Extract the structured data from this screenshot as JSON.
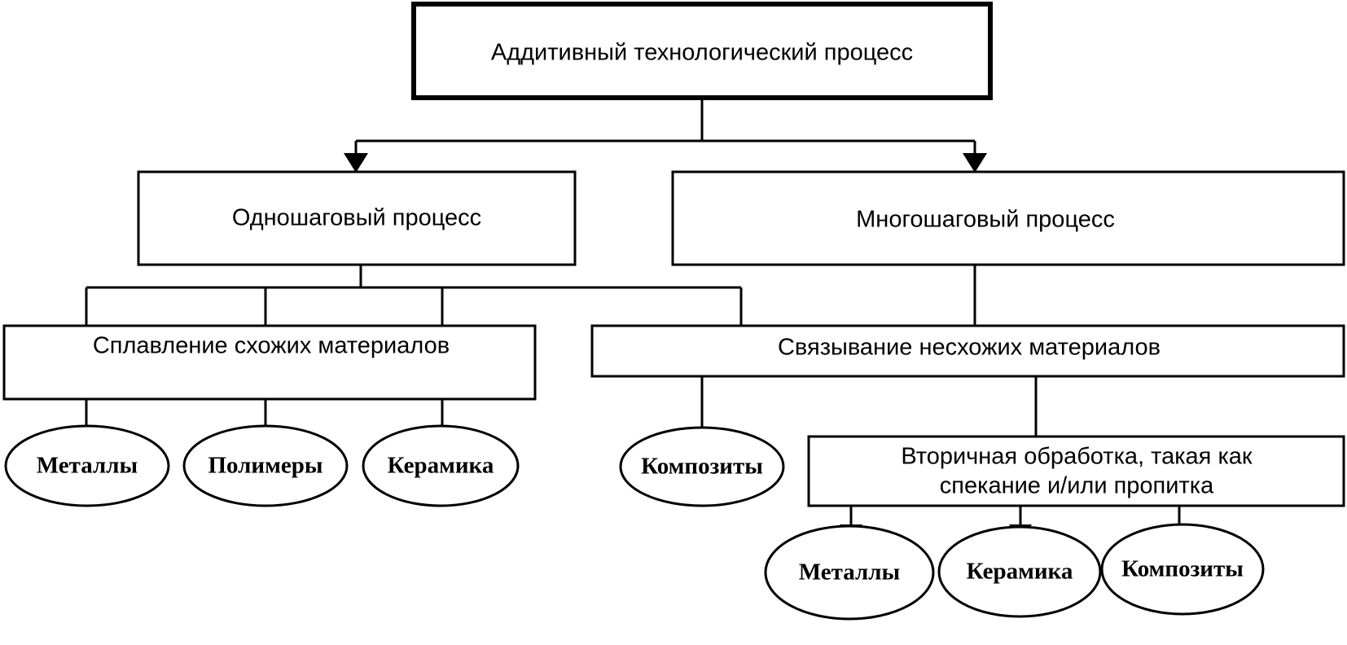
{
  "diagram": {
    "type": "flowchart",
    "title": "Additive manufacturing process classification",
    "colors": {
      "stroke": "#000000",
      "fill": "#ffffff"
    },
    "nodes": {
      "root": {
        "label": "Аддитивный технологический процесс"
      },
      "single_step": {
        "label": "Одношаговый процесс"
      },
      "multi_step": {
        "label": "Многошаговый процесс"
      },
      "fusion_similar": {
        "label": "Сплавление схожих материалов"
      },
      "binding_dissimilar": {
        "label": "Связывание несхожих материалов"
      },
      "secondary_processing": {
        "line1": "Вторичная обработка, такая как",
        "line2": "спекание и/или пропитка"
      },
      "metals_left": {
        "label": "Металлы"
      },
      "polymers_left": {
        "label": "Полимеры"
      },
      "ceramics_left": {
        "label": "Керамика"
      },
      "composites_mid": {
        "label": "Композиты"
      },
      "metals_right": {
        "label": "Металлы"
      },
      "ceramics_right": {
        "label": "Керамика"
      },
      "composites_right": {
        "label": "Композиты"
      }
    },
    "edges": [
      {
        "from": "root",
        "to": "single_step"
      },
      {
        "from": "root",
        "to": "multi_step"
      },
      {
        "from": "single_step",
        "to": "fusion_similar"
      },
      {
        "from": "multi_step",
        "to": "binding_dissimilar"
      },
      {
        "from": "fusion_similar",
        "to": "metals_left"
      },
      {
        "from": "fusion_similar",
        "to": "polymers_left"
      },
      {
        "from": "fusion_similar",
        "to": "ceramics_left"
      },
      {
        "from": "binding_dissimilar",
        "to": "composites_mid"
      },
      {
        "from": "binding_dissimilar",
        "to": "secondary_processing"
      },
      {
        "from": "secondary_processing",
        "to": "metals_right"
      },
      {
        "from": "secondary_processing",
        "to": "ceramics_right"
      },
      {
        "from": "secondary_processing",
        "to": "composites_right"
      }
    ]
  }
}
